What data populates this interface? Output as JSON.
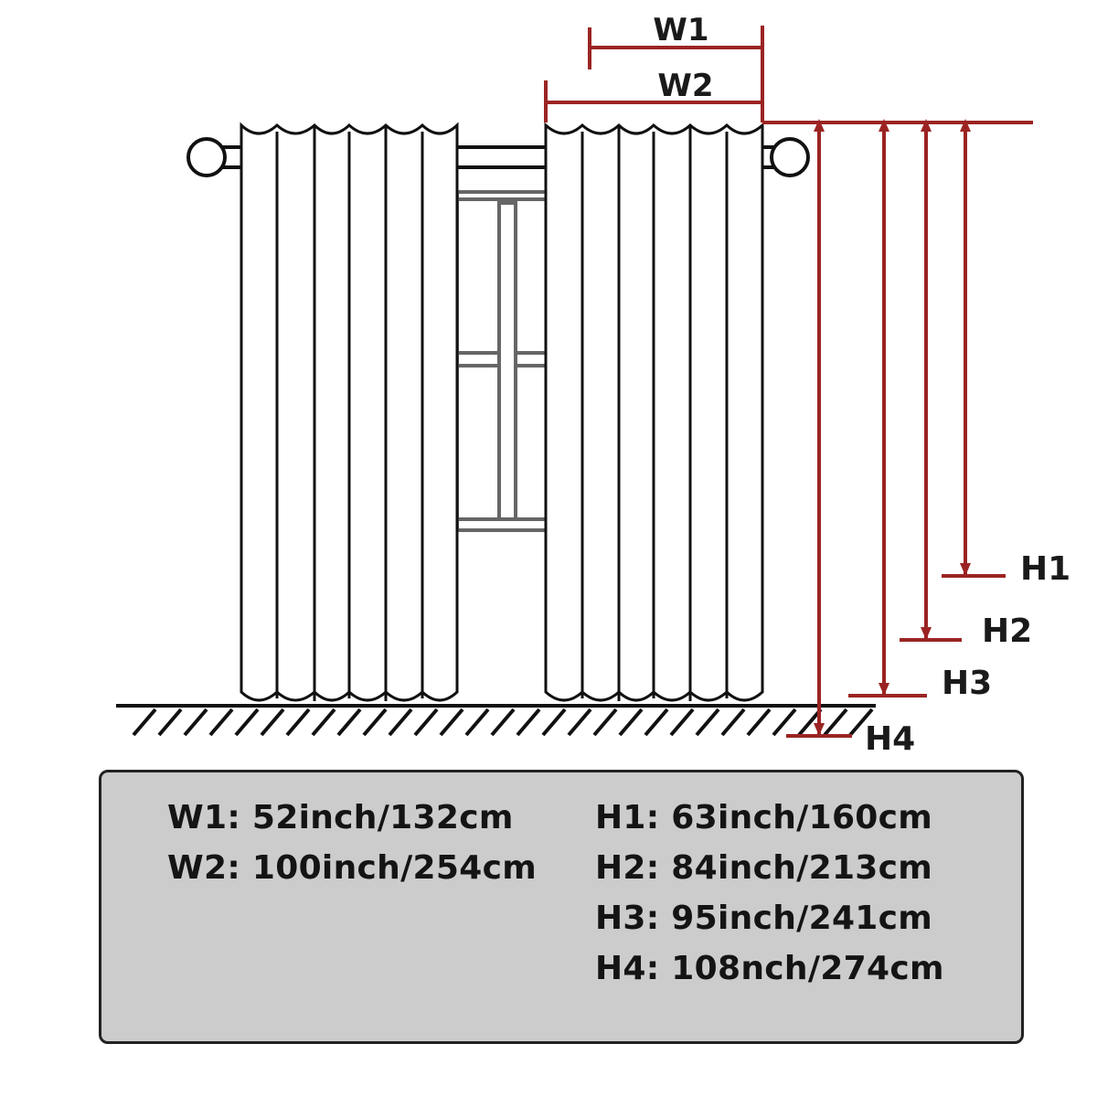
{
  "labels": {
    "w1": "W1",
    "w2": "W2",
    "h1": "H1",
    "h2": "H2",
    "h3": "H3",
    "h4": "H4"
  },
  "specs": {
    "left": [
      "W1: 52inch/132cm",
      "W2: 100inch/254cm"
    ],
    "right": [
      "H1: 63inch/160cm",
      "H2: 84inch/213cm",
      "H3: 95inch/241cm",
      "H4: 108nch/274cm"
    ]
  },
  "colors": {
    "dimension": "#9b2423",
    "outline": "#111111",
    "window": "#666666",
    "legend_bg": "#cccccc"
  }
}
